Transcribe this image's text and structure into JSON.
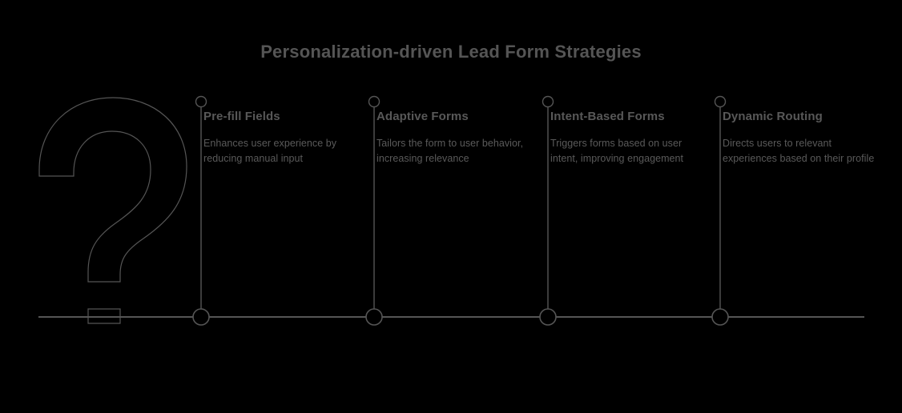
{
  "header": {
    "title": "Personalization-driven Lead Form Strategies"
  },
  "decoration": {
    "glyph_name": "question-mark-outline",
    "glyph_char": "?"
  },
  "colors": {
    "background": "#000000",
    "title_text": "#555555",
    "item_title_text": "#585858",
    "item_desc_text": "#5a5a5a",
    "line": "#555555",
    "marker_stroke": "#555555",
    "marker_fill": "#000000"
  },
  "timeline": {
    "axis_label": "timeline-baseline",
    "items": [
      {
        "title": "Pre-fill Fields",
        "description": "Enhances user experience by reducing manual input"
      },
      {
        "title": "Adaptive Forms",
        "description": "Tailors the form to user behavior, increasing relevance"
      },
      {
        "title": "Intent-Based Forms",
        "description": "Triggers forms based on user intent, improving engagement"
      },
      {
        "title": "Dynamic Routing",
        "description": "Directs users to relevant experiences based on their profile"
      }
    ]
  },
  "chart_data": {
    "type": "table",
    "title": "Personalization-driven Lead Form Strategies",
    "categories": [
      "Pre-fill Fields",
      "Adaptive Forms",
      "Intent-Based Forms",
      "Dynamic Routing"
    ],
    "values": [
      "Enhances user experience by reducing manual input",
      "Tailors the form to user behavior, increasing relevance",
      "Triggers forms based on user intent, improving engagement",
      "Directs users to relevant experiences based on their profile"
    ],
    "xlabel": "",
    "ylabel": "",
    "legend": []
  }
}
